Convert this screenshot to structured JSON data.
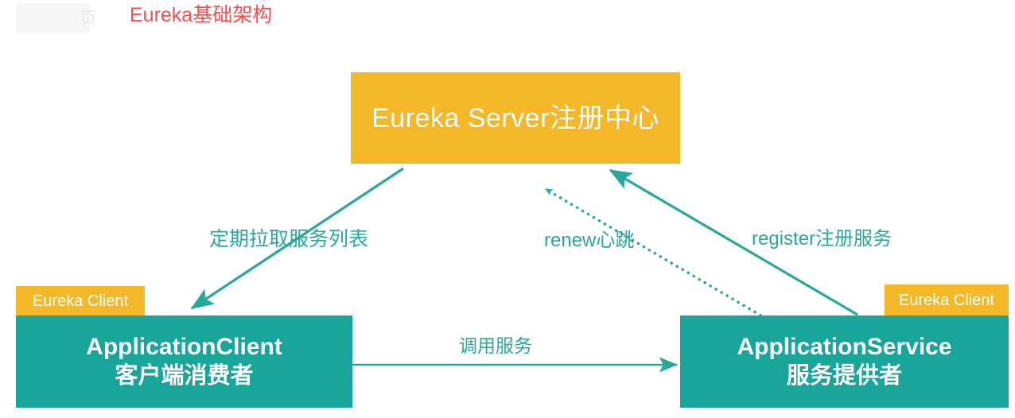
{
  "page": {
    "title": "Eureka基础架构",
    "title_color": "#fb4b4b",
    "background": "#ffffff",
    "watermark_glyph": "页"
  },
  "palette": {
    "orange": "#f5b829",
    "teal": "#18a69b",
    "edge_teal": "#2aa79b",
    "node_text": "#ffffff",
    "title_red": "#fb4b4b"
  },
  "nodes": {
    "server": {
      "label": "Eureka Server注册中心",
      "color": "#f5b829"
    },
    "client": {
      "tag": "Eureka Client",
      "title": "ApplicationClient",
      "subtitle": "客户端消费者",
      "color": "#18a69b",
      "tag_color": "#f5b829"
    },
    "service": {
      "tag": "Eureka Client",
      "title": "ApplicationService",
      "subtitle": "服务提供者",
      "color": "#18a69b",
      "tag_color": "#f5b829"
    }
  },
  "edges": {
    "pull": {
      "label": "定期拉取服务列表",
      "style": "solid",
      "from": "server",
      "to": "client"
    },
    "renew": {
      "label": "renew心跳",
      "style": "dotted",
      "from": "service",
      "to": "server"
    },
    "register": {
      "label": "register注册服务",
      "style": "solid",
      "from": "service",
      "to": "server"
    },
    "invoke": {
      "label": "调用服务",
      "style": "solid",
      "from": "client",
      "to": "service"
    }
  }
}
